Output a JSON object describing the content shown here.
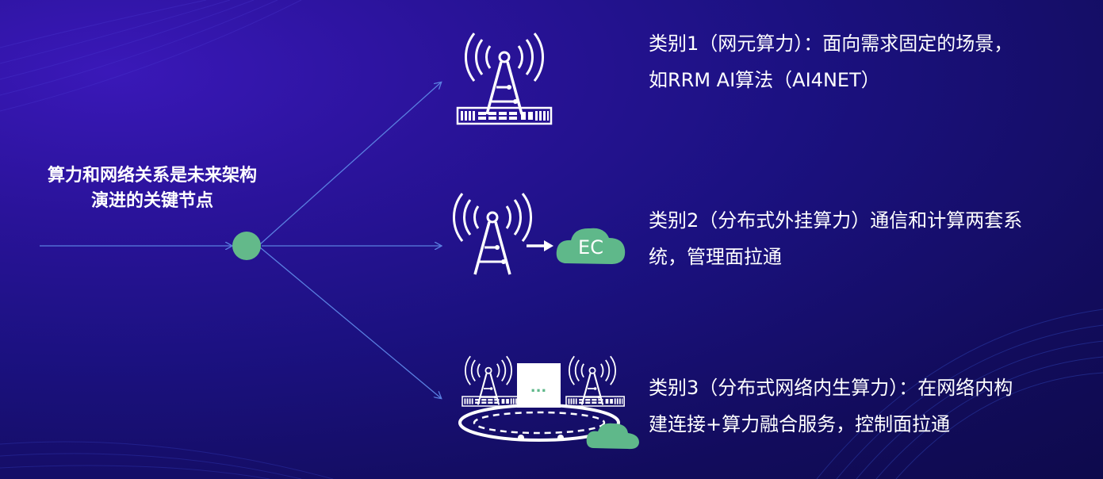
{
  "hub": {
    "label_line1": "算力和网络关系是未来架构",
    "label_line2": "演进的关键节点"
  },
  "categories": [
    {
      "line1": "类别1（网元算力）：面向需求固定的场景，",
      "line2": "如RRM AI算法（AI4NET）"
    },
    {
      "line1": "类别2（分布式外挂算力）通信和计算两套系",
      "line2": "统，管理面拉通",
      "cloud_label": "EC"
    },
    {
      "line1": "类别3（分布式网络内生算力）：在网络内构",
      "line2": "建连接+算力融合服务，控制面拉通",
      "box_label": "..."
    }
  ],
  "colors": {
    "hub_node": "#63b98a",
    "arrow": "#5a7fe0",
    "cloud": "#5fb88a",
    "icon": "#ffffff"
  },
  "icons": [
    "radio-tower-icon",
    "server-rack-icon",
    "arrow-right-icon",
    "cloud-icon",
    "network-ring-icon"
  ]
}
